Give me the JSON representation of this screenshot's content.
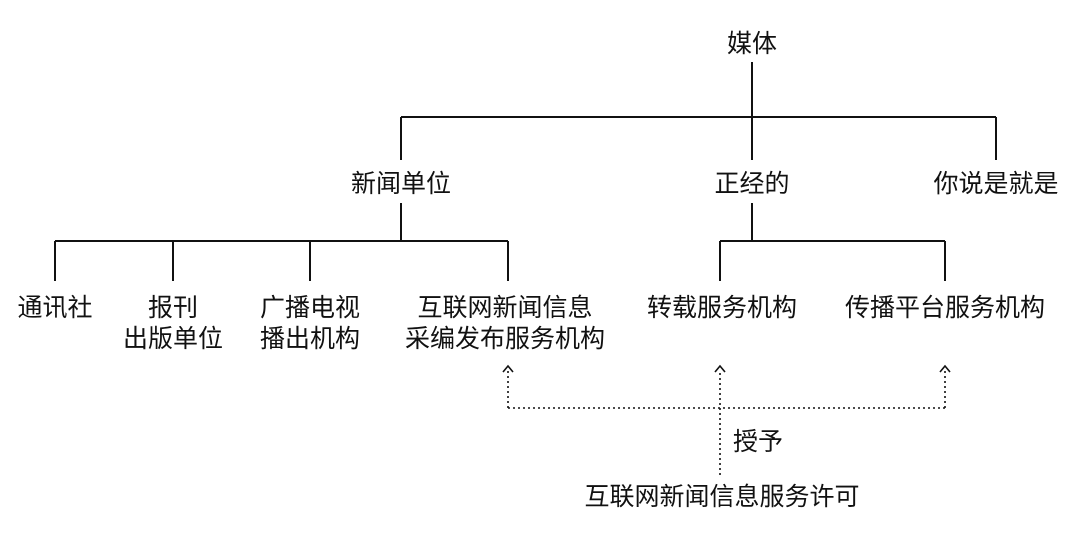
{
  "diagram": {
    "root": "媒体",
    "level1": {
      "news_units": "新闻单位",
      "legit": "正经的",
      "whatever": "你说是就是"
    },
    "level2": {
      "news_agency": "通讯社",
      "press": [
        "报刊",
        "出版单位"
      ],
      "broadcast": [
        "广播电视",
        "播出机构"
      ],
      "internet_news": [
        "互联网新闻信息",
        "采编发布服务机构"
      ],
      "repost": "转载服务机构",
      "platform": "传播平台服务机构"
    },
    "grant_label": "授予",
    "license": "互联网新闻信息服务许可",
    "colors": {
      "line": "#111111",
      "text": "#111111"
    }
  }
}
